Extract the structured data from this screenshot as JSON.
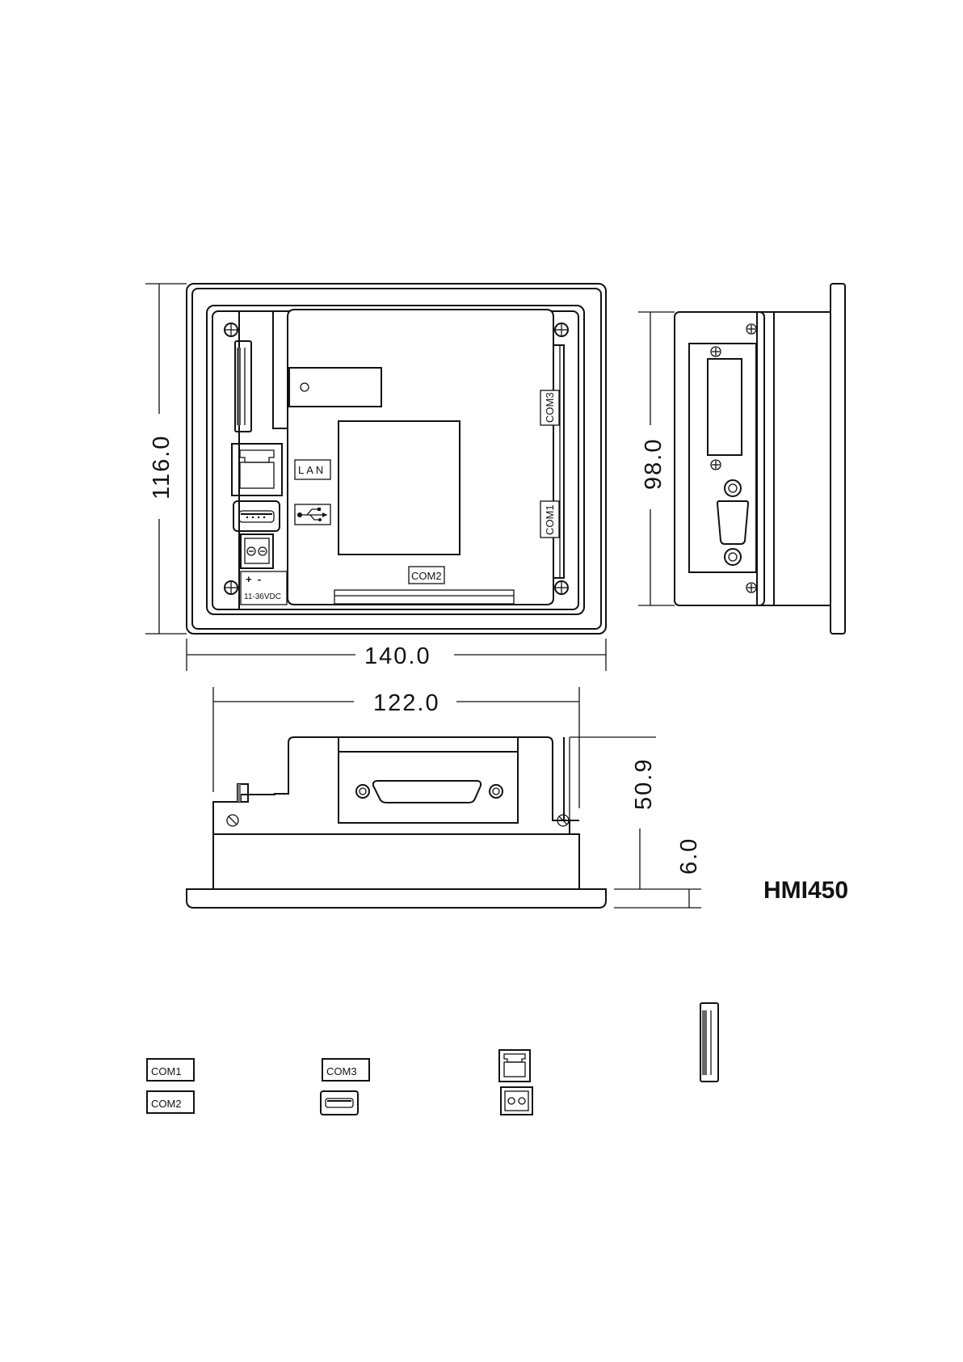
{
  "dimensions": {
    "height_total": "116.0",
    "width_total": "140.0",
    "cutout_width": "122.0",
    "cutout_height": "98.0",
    "depth_body": "50.9",
    "bezel_thickness": "6.0"
  },
  "labels": {
    "lan": "LAN",
    "com1": "COM1",
    "com2": "COM2",
    "com3": "COM3",
    "power": "11-36VDC",
    "power_polarity": "+  -"
  },
  "model": "HMI450",
  "legend": {
    "com1": "COM1",
    "com2": "COM2",
    "com3": "COM3"
  }
}
